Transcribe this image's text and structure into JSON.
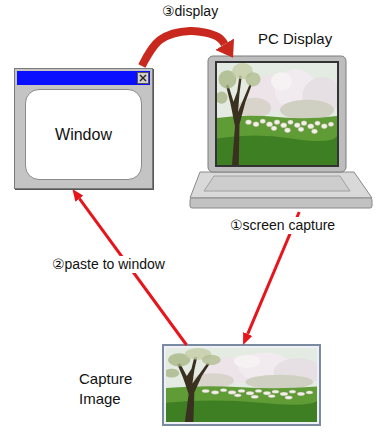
{
  "diagram": {
    "nodes": [
      {
        "text": [
          "Window"
        ]
      },
      {
        "text": [
          "PC Display"
        ]
      },
      {
        "text": [
          "Capture Image"
        ]
      }
    ],
    "edges": [
      {
        "from": 1,
        "to": 2,
        "label": "①screen capture",
        "arrow": "to"
      },
      {
        "from": 2,
        "to": 0,
        "label": "②paste to window",
        "arrow": "to"
      },
      {
        "from": 0,
        "to": 1,
        "label": "③display",
        "arrow": "to"
      }
    ]
  }
}
